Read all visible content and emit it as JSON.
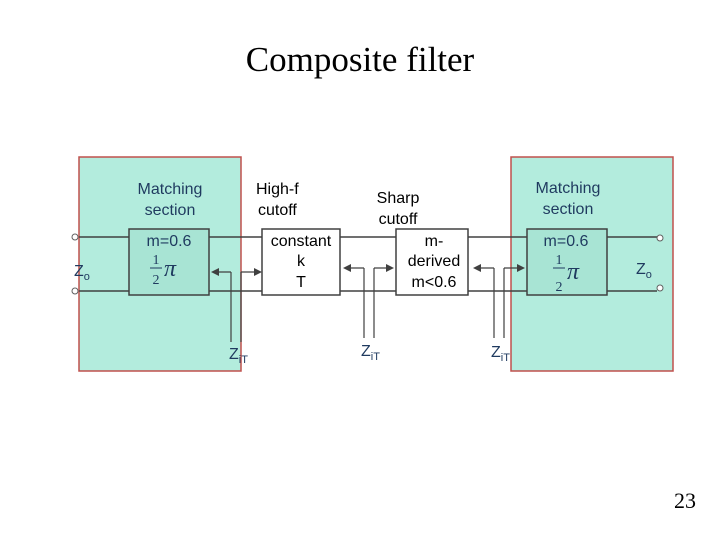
{
  "title": "Composite filter",
  "page_number": "23",
  "left_section": {
    "heading_line1": "Matching",
    "heading_line2": "section",
    "m_value": "m=0.6",
    "frac_num": "1",
    "frac_den": "2",
    "pi_symbol": "π",
    "impedance": "Z",
    "impedance_sub": "o"
  },
  "high_f": {
    "label_line1": "High-f",
    "label_line2": "cutoff",
    "box_line1": "constant",
    "box_line2": "k",
    "box_line3": "T"
  },
  "sharp": {
    "label_line1": "Sharp",
    "label_line2": "cutoff",
    "box_line1": "m-",
    "box_line2": "derived",
    "box_line3": "m<0.6"
  },
  "right_section": {
    "heading_line1": "Matching",
    "heading_line2": "section",
    "m_value": "m=0.6",
    "frac_num": "1",
    "frac_den": "2",
    "pi_symbol": "π",
    "impedance": "Z",
    "impedance_sub": "o"
  },
  "image_impedance": {
    "symbol": "Z",
    "sub": "iT"
  },
  "colors": {
    "panel_fill": "#b3ecdd",
    "panel_border": "#c0504d",
    "box_fill": "#ffffff",
    "inner_box_fill": "#a8e4d4",
    "wire": "#404040",
    "text": "#1f3a5f"
  }
}
